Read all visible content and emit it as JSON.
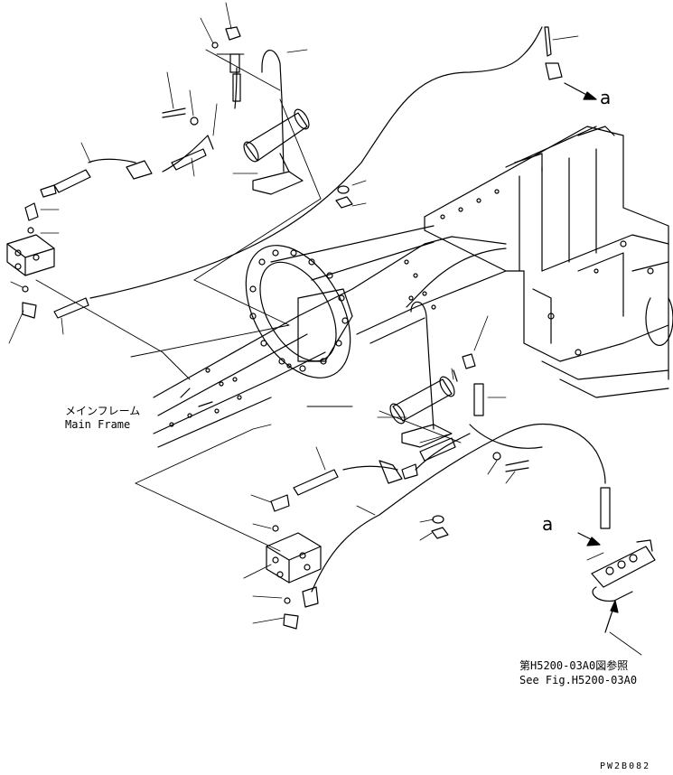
{
  "labels": {
    "main_frame_jp": "メインフレーム",
    "main_frame_en": "Main Frame",
    "see_fig_jp": "第H5200-03A0図参照",
    "see_fig_en": "See Fig.H5200-03A0",
    "drawing_code": "PW2B082",
    "arrow_a_top": "a",
    "arrow_a_bottom": "a"
  },
  "colors": {
    "line": "#000000",
    "background": "#ffffff"
  }
}
